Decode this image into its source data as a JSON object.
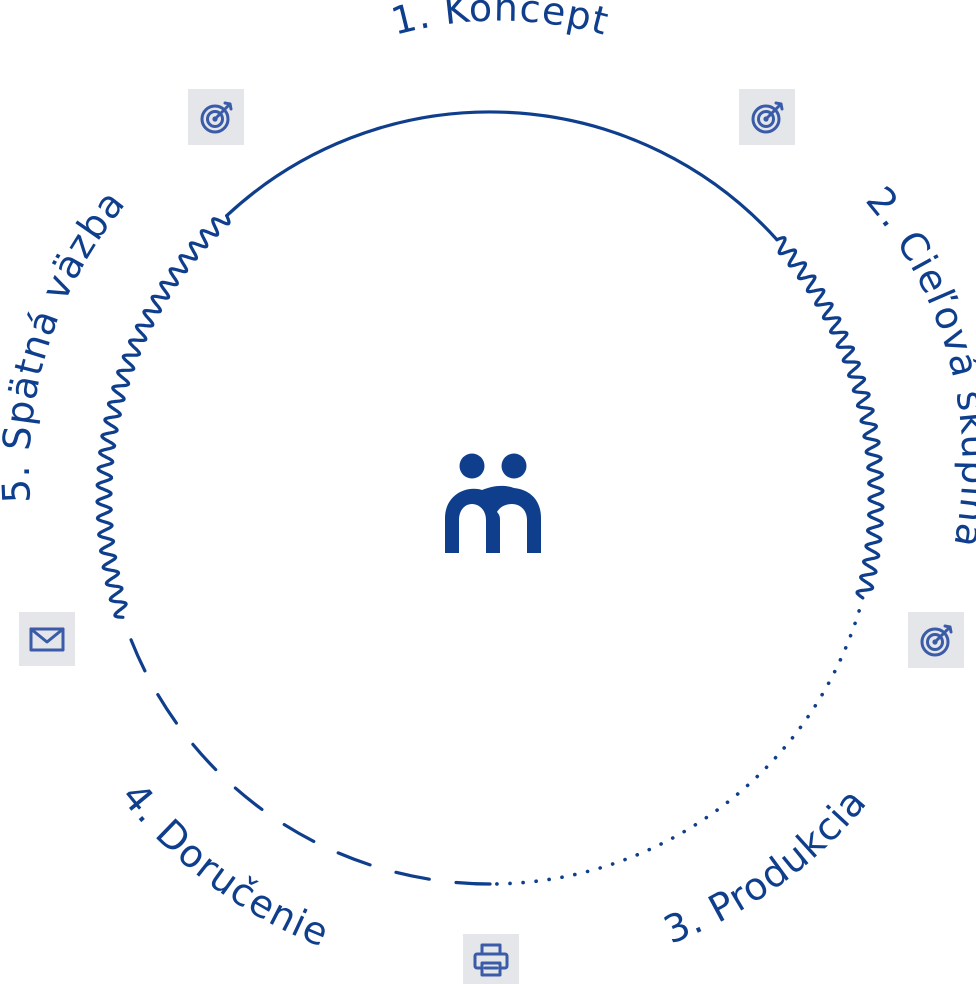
{
  "diagram": {
    "title": "",
    "stages": [
      {
        "id": "koncept",
        "label": "1. Koncept"
      },
      {
        "id": "cielova-skupina",
        "label": "2. Cieľová skupina"
      },
      {
        "id": "produkcia",
        "label": "3. Produkcia"
      },
      {
        "id": "dorucenie",
        "label": "4. Doručenie"
      },
      {
        "id": "spatna-vazba",
        "label": "5. Spätná väzba"
      }
    ],
    "icons": [
      {
        "name": "target-icon"
      },
      {
        "name": "target-icon"
      },
      {
        "name": "target-icon"
      },
      {
        "name": "printer-icon"
      },
      {
        "name": "envelope-icon"
      }
    ],
    "colors": {
      "primary": "#0f3f8c",
      "icon": "#3a5ba8",
      "icon_background": "#e5e6ea"
    }
  }
}
